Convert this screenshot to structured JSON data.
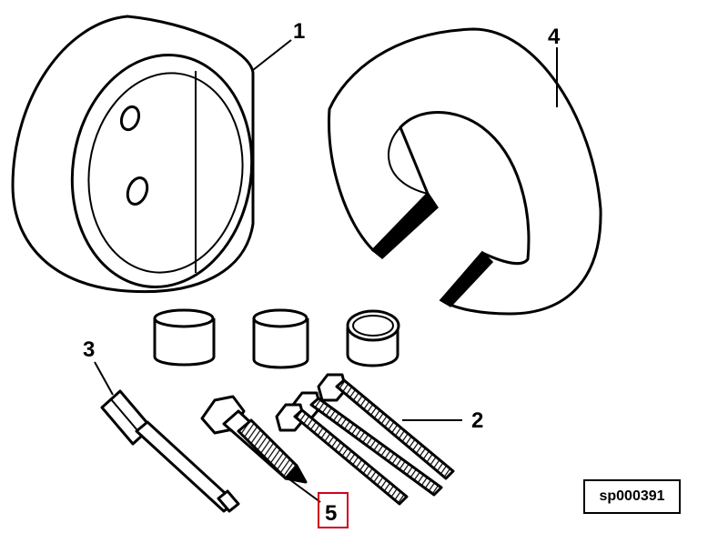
{
  "callouts": {
    "c1": "1",
    "c2": "2",
    "c3": "3",
    "c4": "4",
    "c5": "5"
  },
  "reference_code": "sp000391",
  "highlight_color": "#d0021b"
}
